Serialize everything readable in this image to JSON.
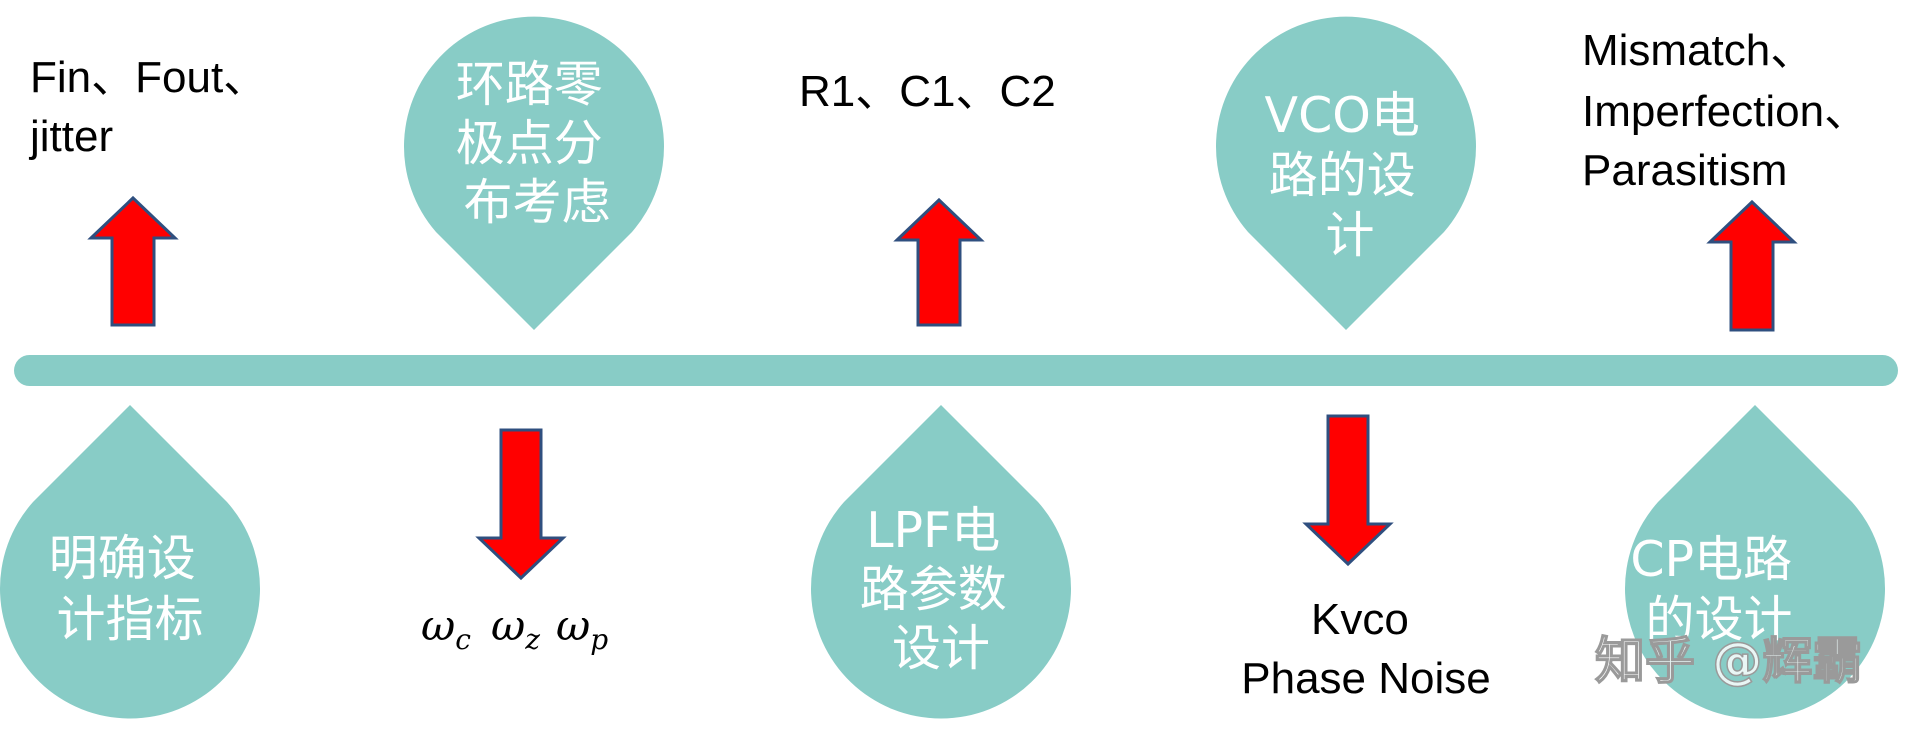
{
  "colors": {
    "teal": "#88ccc6",
    "arrow_fill": "#ff0000",
    "arrow_stroke": "#2f4f7f",
    "drop_text": "#ffffff"
  },
  "steps": [
    {
      "id": "spec",
      "position": "bottom",
      "lines": [
        "明确设",
        "计指标"
      ],
      "output_direction": "up",
      "output_lines": [
        "Fin、Fout、",
        "jitter"
      ]
    },
    {
      "id": "loop",
      "position": "top",
      "lines": [
        "环路零",
        "极点分",
        "布考虑"
      ],
      "output_direction": "down",
      "output_symbols": [
        {
          "base": "ω",
          "sub": "c"
        },
        {
          "base": "ω",
          "sub": "z"
        },
        {
          "base": "ω",
          "sub": "p"
        }
      ]
    },
    {
      "id": "lpf",
      "position": "bottom",
      "lines": [
        "LPF电",
        "路参数",
        "设计"
      ],
      "output_direction": "up",
      "output_lines": [
        "R1、C1、C2"
      ]
    },
    {
      "id": "vco",
      "position": "top",
      "lines": [
        "VCO电",
        "路的设",
        "计"
      ],
      "output_direction": "down",
      "output_lines": [
        "Kvco",
        "Phase Noise"
      ]
    },
    {
      "id": "cp",
      "position": "bottom",
      "lines": [
        "CP电路",
        "的设计"
      ],
      "output_direction": "up",
      "output_lines": [
        "Mismatch、",
        "Imperfection、",
        "Parasitism"
      ]
    }
  ],
  "watermark": "知乎 @辉霸"
}
